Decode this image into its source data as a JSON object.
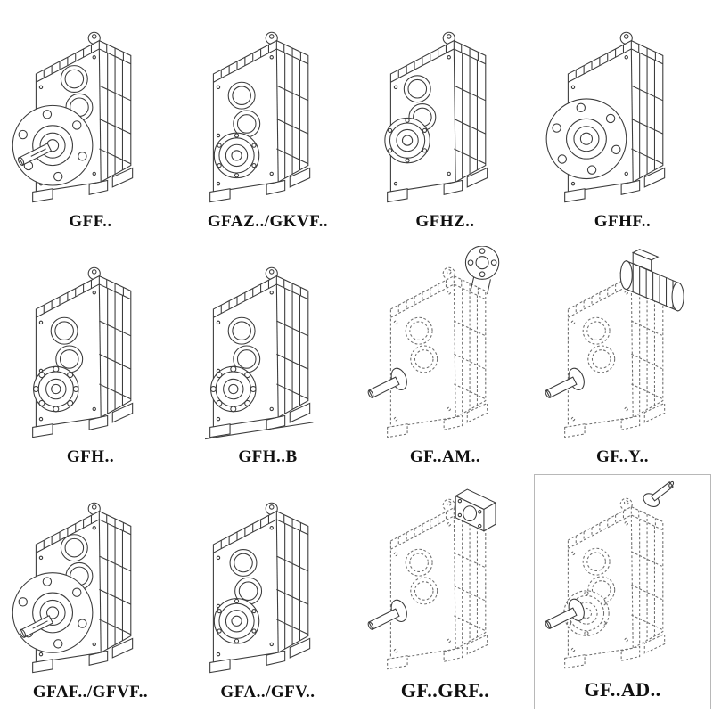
{
  "page": {
    "kind": "gear-reducer-catalog-sheet",
    "background": "#ffffff",
    "line_color": "#3c3c3c",
    "dashed_line_color": "#6f6f6f",
    "label_color": "#101010"
  },
  "catalog": {
    "items": [
      {
        "label": "GFF..",
        "drawing": "parallel-shaft-gearbox-flange-solid-shaft",
        "line_style": "solid"
      },
      {
        "label": "GFAZ../GKVF..",
        "drawing": "parallel-shaft-gearbox-hollow-shaft",
        "line_style": "solid"
      },
      {
        "label": "GFHZ..",
        "drawing": "parallel-shaft-gearbox-shrink-disc",
        "line_style": "solid"
      },
      {
        "label": "GFHF..",
        "drawing": "parallel-shaft-gearbox-large-flange",
        "line_style": "solid"
      },
      {
        "label": "GFH..",
        "drawing": "parallel-shaft-gearbox-foot-mounted-bearing",
        "line_style": "solid"
      },
      {
        "label": "GFH..B",
        "drawing": "parallel-shaft-gearbox-foot-mounted-base",
        "line_style": "solid"
      },
      {
        "label": "GF..AM..",
        "drawing": "gearbox-with-input-motor-flange",
        "line_style": "dashed"
      },
      {
        "label": "GF..Y..",
        "drawing": "gearbox-with-mounted-motor",
        "line_style": "dashed"
      },
      {
        "label": "GFAF../GFVF..",
        "drawing": "parallel-shaft-gearbox-flange-hollow-shaft",
        "line_style": "solid"
      },
      {
        "label": "GFA../GFV..",
        "drawing": "parallel-shaft-gearbox-hollow-shaft-variant",
        "line_style": "solid"
      },
      {
        "label": "GF..GRF..",
        "drawing": "gearbox-with-input-adapter-box",
        "line_style": "dashed"
      },
      {
        "label": "GF..AD..",
        "drawing": "gearbox-with-free-input-shaft",
        "line_style": "dashed"
      }
    ]
  }
}
